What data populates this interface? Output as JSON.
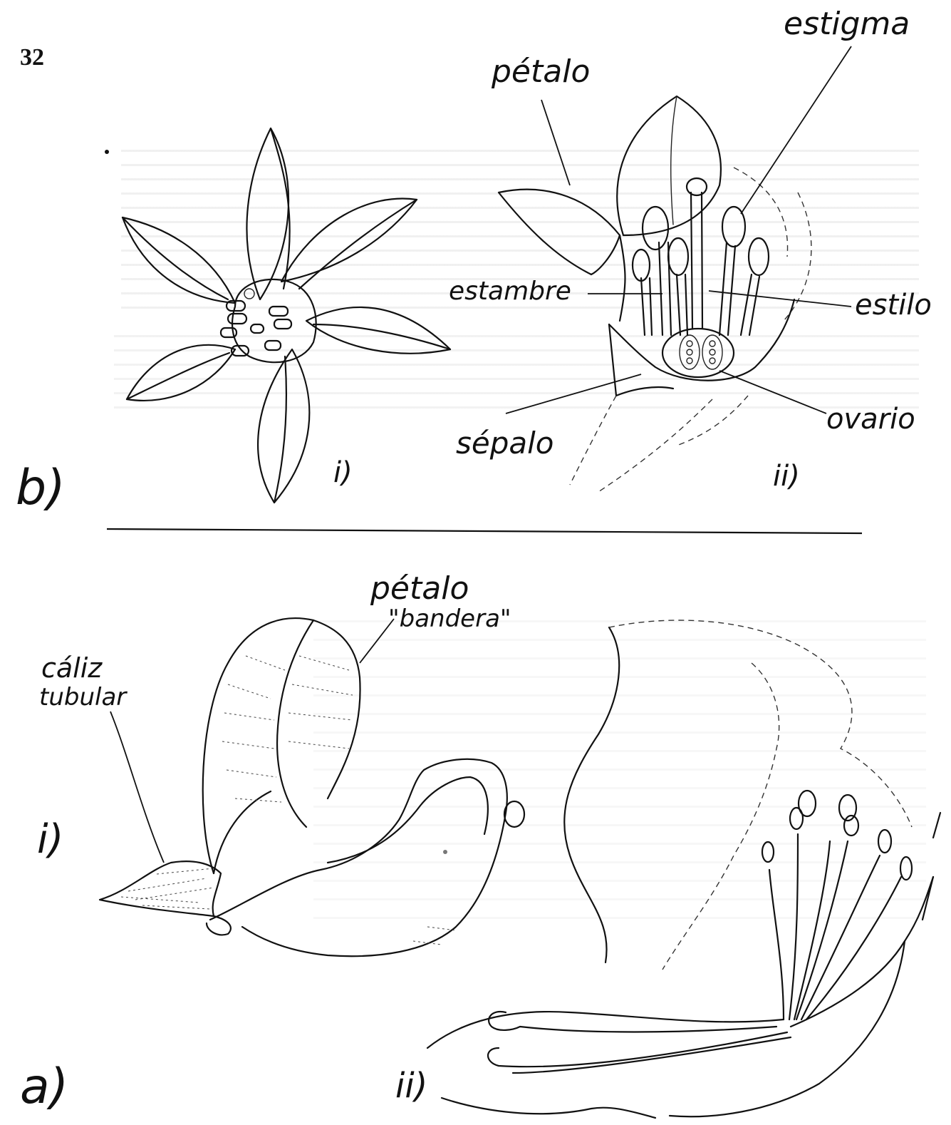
{
  "page": {
    "number": "32"
  },
  "figure_b": {
    "panel_letter": "b)",
    "sub_i": "i)",
    "sub_ii": "ii)",
    "labels": {
      "petalo": "pétalo",
      "estigma": "estigma",
      "estambre": "estambre",
      "estilo": "estilo",
      "ovario": "ovario",
      "sepalo": "sépalo"
    }
  },
  "figure_a": {
    "panel_letter": "a)",
    "sub_i": "i)",
    "sub_ii": "ii)",
    "labels": {
      "petalo": "pétalo",
      "bandera": "\"bandera\"",
      "caliz": "cáliz",
      "tubular": "tubular"
    }
  },
  "colors": {
    "ink": "#111111",
    "paper": "#ffffff",
    "show_through": "#bdbdbd"
  }
}
